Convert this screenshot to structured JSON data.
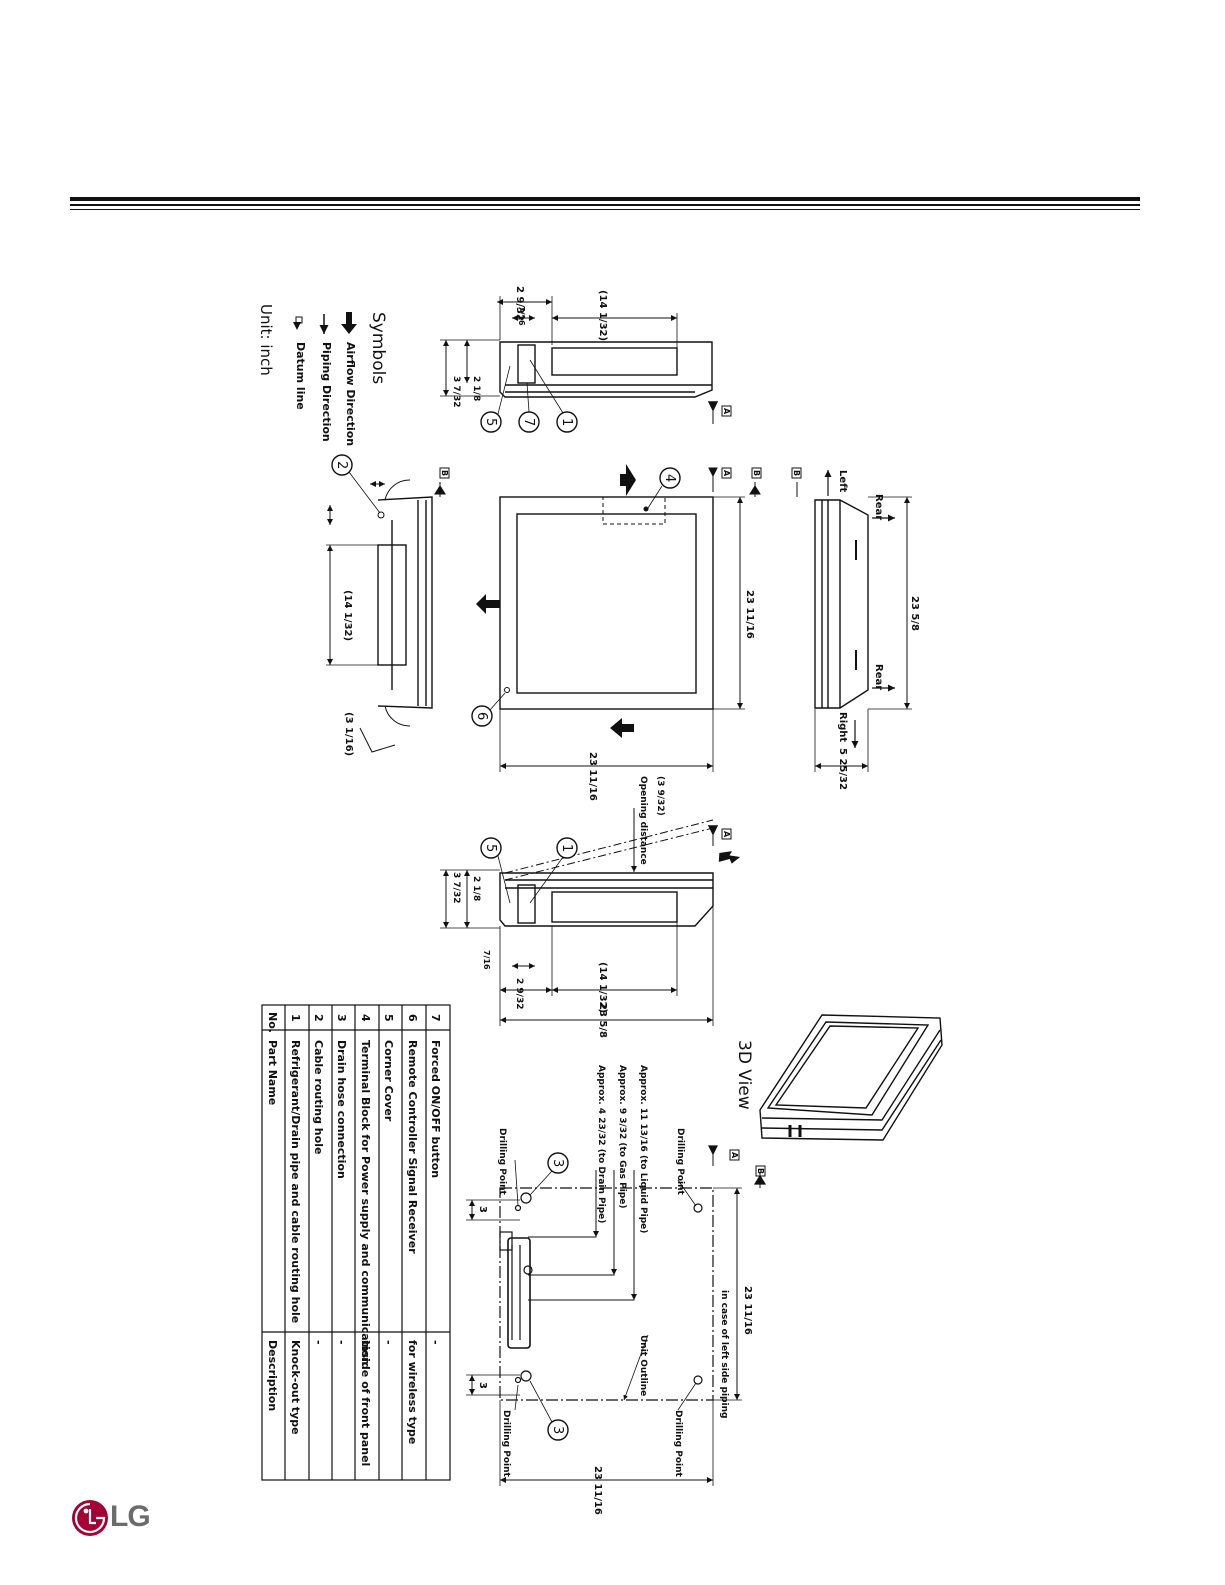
{
  "symbols": {
    "title": "Symbols",
    "items": [
      "Airflow Direction",
      "Piping Direction",
      "Datum line"
    ],
    "unit": "Unit: inch"
  },
  "views": {
    "view_3d_title": "3D View",
    "datum_a": "A",
    "datum_b": "B"
  },
  "dims": {
    "d_2_9_32": "2 9/32",
    "d_14_1_32": "(14 1/32)",
    "d_7_16": "7/16",
    "d_2_1_8": "2 1/8",
    "d_3_7_32": "3 7/32",
    "d_23_11_16": "23 11/16",
    "d_23_5_8": "23 5/8",
    "d_5_25_32": "5 25/32",
    "d_3_1_16": "(3 1/16)",
    "d_3_9_32": "(3 9/32)",
    "opening_distance": "Opening distance",
    "d_3": "3"
  },
  "labels": {
    "left": "Left",
    "right": "Right",
    "rear": "Rear",
    "drilling_point": "Drilling Point",
    "unit_outline": "Unit Outline",
    "left_side_piping": "in case of left side piping",
    "liquid_pipe": "Approx. 11 13/16 (to Liquid Pipe)",
    "gas_pipe": "Approx. 9 3/32 (to Gas Pipe)",
    "drain_pipe": "Approx. 4 23/32 (to Drain Pipe)"
  },
  "callouts": [
    "1",
    "2",
    "3",
    "4",
    "5",
    "6",
    "7"
  ],
  "parts_table": {
    "headers": [
      "No.",
      "Part Name",
      "Description"
    ],
    "rows": [
      {
        "no": "1",
        "name": "Refrigerant/Drain pipe and cable routing hole",
        "desc": "Knock-out type"
      },
      {
        "no": "2",
        "name": "Cable routing hole",
        "desc": "-"
      },
      {
        "no": "3",
        "name": "Drain hose connection",
        "desc": "-"
      },
      {
        "no": "4",
        "name": "Terminal Block for Power supply and communication",
        "desc": "inside of front panel"
      },
      {
        "no": "5",
        "name": "Corner Cover",
        "desc": "-"
      },
      {
        "no": "6",
        "name": "Remote Controller Signal Receiver",
        "desc": "for wireless type"
      },
      {
        "no": "7",
        "name": "Forced ON/OFF button",
        "desc": "-"
      }
    ]
  },
  "brand": {
    "logo_text": "LG",
    "logo_color": "#a50034"
  }
}
